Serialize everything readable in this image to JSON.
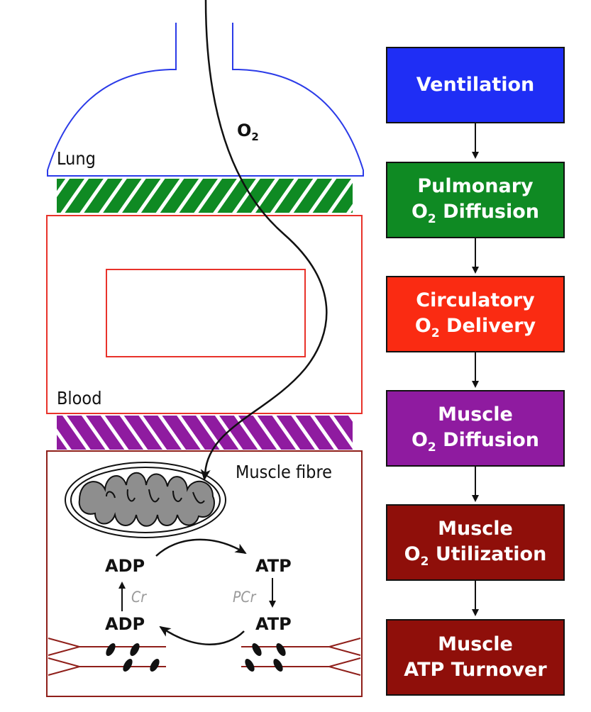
{
  "labels": {
    "o2_main": "O",
    "o2_sub": "2",
    "lung": "Lung",
    "blood": "Blood",
    "muscle_fibre": "Muscle fibre",
    "adp_top": "ADP",
    "atp_top": "ATP",
    "cr": "Cr",
    "pcr": "PCr",
    "adp_bottom": "ADP",
    "atp_bottom": "ATP"
  },
  "flow": [
    {
      "id": "ventilation",
      "line1": "Ventilation",
      "line2_pre": "",
      "line2_sub": "",
      "line2_post": "",
      "color": "#1f2ef5"
    },
    {
      "id": "pulmonary",
      "line1": "Pulmonary",
      "line2_pre": "O",
      "line2_sub": "2",
      "line2_post": " Diffusion",
      "color": "#0f8a23"
    },
    {
      "id": "circulatory",
      "line1": "Circulatory",
      "line2_pre": "O",
      "line2_sub": "2",
      "line2_post": " Delivery",
      "color": "#fa2b12"
    },
    {
      "id": "muscle-diffusion",
      "line1": "Muscle",
      "line2_pre": "O",
      "line2_sub": "2",
      "line2_post": " Diffusion",
      "color": "#8f1ba0"
    },
    {
      "id": "muscle-utilization",
      "line1": "Muscle",
      "line2_pre": "O",
      "line2_sub": "2",
      "line2_post": " Utilization",
      "color": "#8f0f0a"
    },
    {
      "id": "atp-turnover",
      "line1": "Muscle",
      "line2_pre": "ATP Turnover",
      "line2_sub": "",
      "line2_post": "",
      "color": "#8f0f0a"
    }
  ],
  "colors": {
    "lung_outline": "#2b3be8",
    "pulmonary_band": "#0f8a23",
    "blood_outline": "#e8322a",
    "muscle_band": "#8f1ba0",
    "muscle_outline": "#8f1f1a",
    "mitochondria_fill": "#8e8e8e",
    "cr_text": "#9a9a9a"
  }
}
